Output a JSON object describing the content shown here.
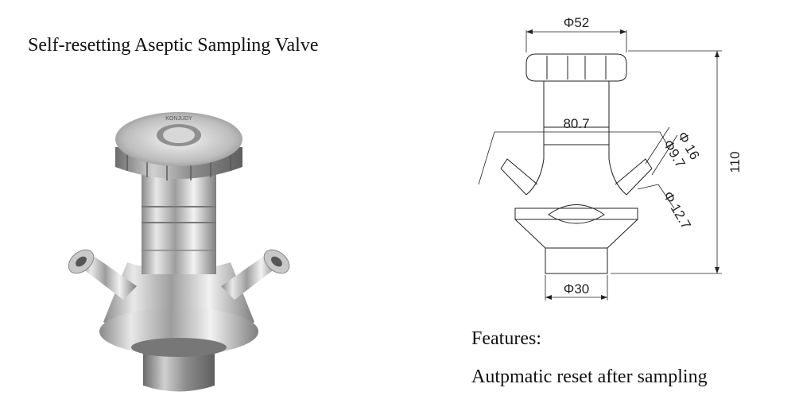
{
  "title": "Self-resetting Aseptic Sampling Valve",
  "photo": {
    "brand_text": "KONJUDY"
  },
  "drawing": {
    "dims": {
      "top_width": "Φ52",
      "mid_width": "80.7",
      "outlet_outer": "Φ 16",
      "outlet_inner": "Φ9.7",
      "outlet_tube": "Φ 12.7",
      "height": "110",
      "bottom_width": "Φ30"
    }
  },
  "features": {
    "heading": "Features:",
    "items": [
      "Autpmatic reset after sampling"
    ]
  }
}
